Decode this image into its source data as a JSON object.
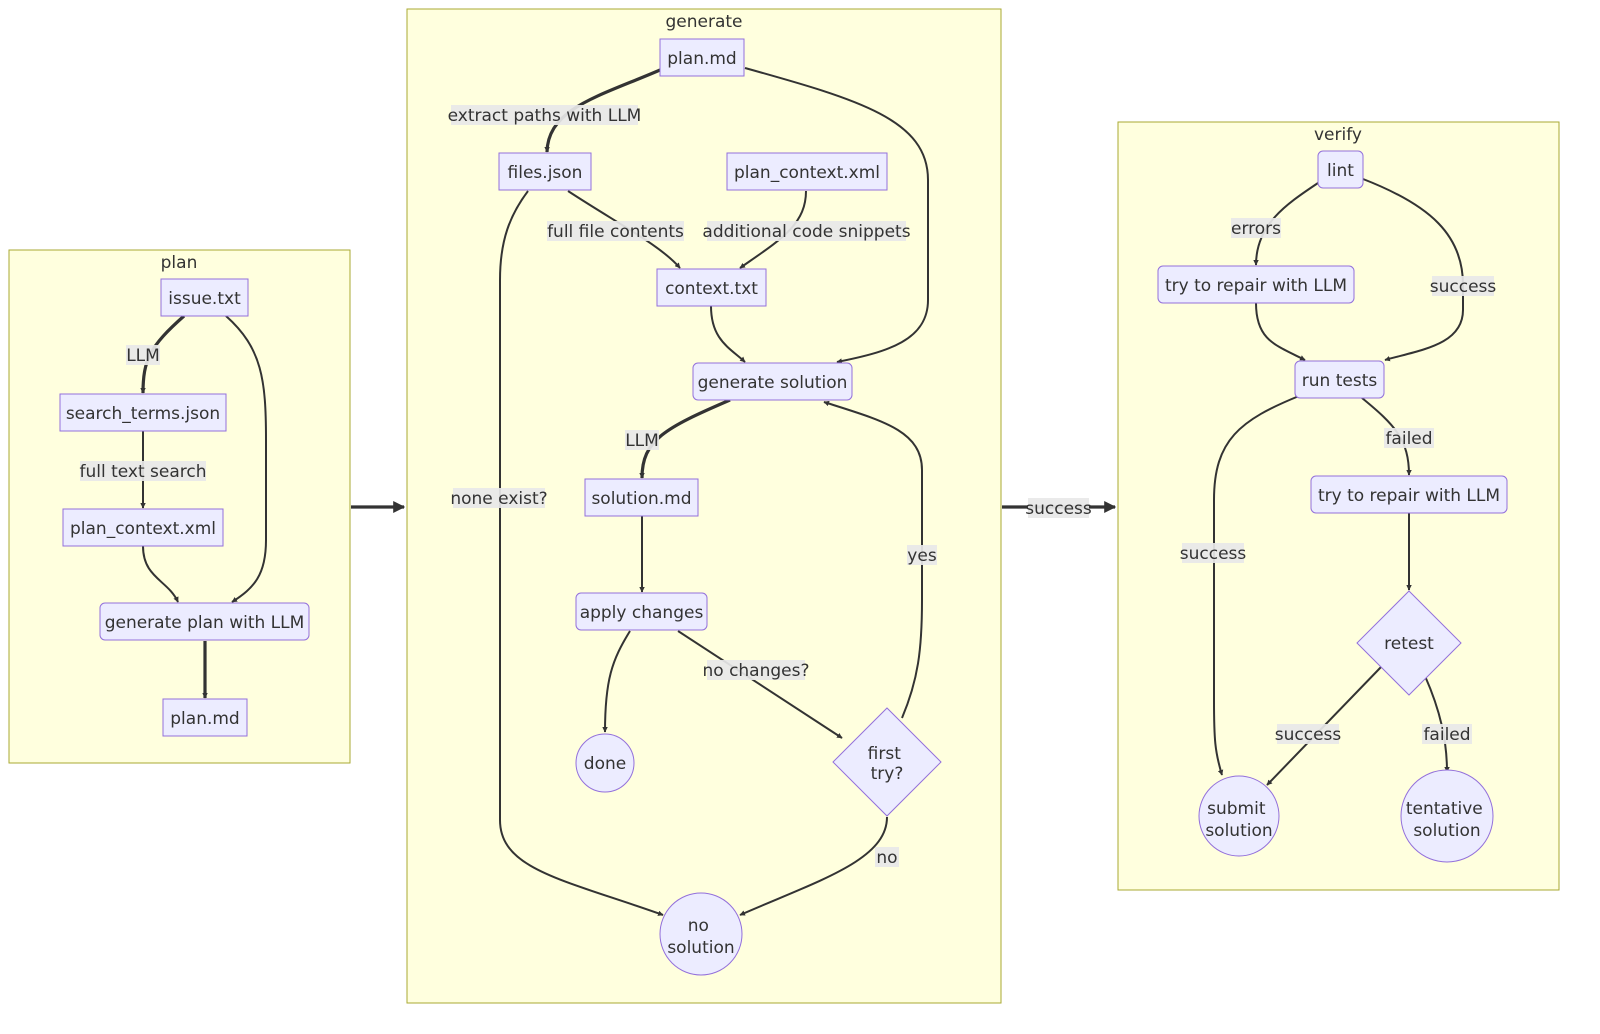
{
  "clusters": {
    "plan": "plan",
    "generate": "generate",
    "verify": "verify"
  },
  "nodes": {
    "issue": "issue.txt",
    "search_terms": "search_terms.json",
    "plan_context_plan": "plan_context.xml",
    "generate_plan": "generate plan with LLM",
    "plan_md_out": "plan.md",
    "plan_md_in": "plan.md",
    "files_json": "files.json",
    "plan_context_gen": "plan_context.xml",
    "context_txt": "context.txt",
    "generate_solution": "generate solution",
    "solution_md": "solution.md",
    "apply_changes": "apply changes",
    "done": "done",
    "first_try": [
      "first",
      "try?"
    ],
    "no_solution": [
      "no",
      "solution"
    ],
    "lint": "lint",
    "repair1": "try to repair with LLM",
    "run_tests": "run tests",
    "repair2": "try to repair with LLM",
    "retest": "retest",
    "submit": [
      "submit",
      "solution"
    ],
    "tentative": [
      "tentative",
      "solution"
    ]
  },
  "edge_labels": {
    "issue_search": "LLM",
    "search_context": "full text search",
    "plan_files": "extract paths with LLM",
    "files_context": "full file contents",
    "plancontext_context": "additional code snippets",
    "files_nosolution": "none exist?",
    "gensol_solution": "LLM",
    "apply_first": "no changes?",
    "first_yes": "yes",
    "first_no": "no",
    "generate_verify": "success",
    "lint_errors": "errors",
    "lint_success": "success",
    "tests_failed": "failed",
    "tests_success": "success",
    "retest_success": "success",
    "retest_failed": "failed"
  }
}
